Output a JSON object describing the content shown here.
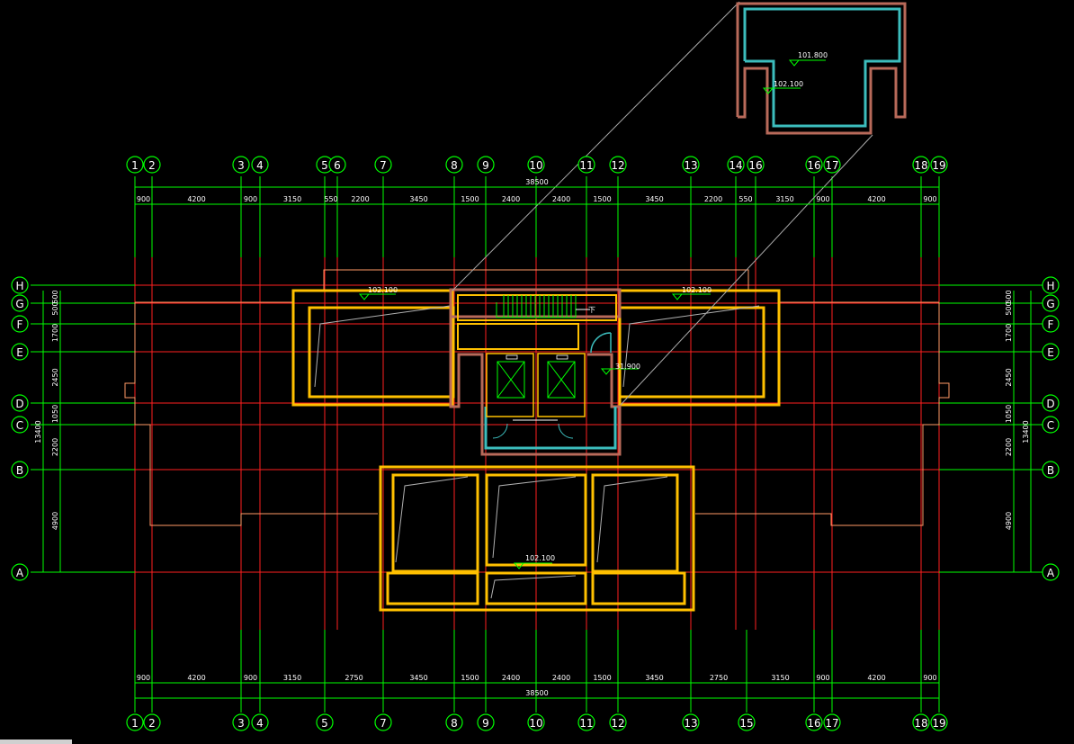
{
  "grid": {
    "columns": [
      "1",
      "2",
      "3",
      "4",
      "5",
      "6",
      "7",
      "8",
      "9",
      "10",
      "11",
      "12",
      "13",
      "14",
      "16",
      "16",
      "17",
      "18",
      "19"
    ],
    "columns_bottom": [
      "1",
      "2",
      "3",
      "4",
      "5",
      "7",
      "8",
      "9",
      "10",
      "11",
      "12",
      "13",
      "15",
      "16",
      "17",
      "18",
      "19"
    ],
    "rows": [
      "H",
      "G",
      "F",
      "E",
      "D",
      "C",
      "B",
      "A"
    ]
  },
  "dimensions": {
    "top_total": "38500",
    "top_segments": [
      "900",
      "4200",
      "900",
      "3150",
      "550",
      "2200",
      "3450",
      "1500",
      "2400",
      "2400",
      "1500",
      "3450",
      "2200",
      "550",
      "3150",
      "900",
      "4200",
      "900"
    ],
    "bottom_total": "38500",
    "bottom_segments": [
      "900",
      "4200",
      "900",
      "3150",
      "2750",
      "3450",
      "1500",
      "2400",
      "2400",
      "1500",
      "3450",
      "2750",
      "3150",
      "900",
      "4200",
      "900"
    ],
    "left_vertical": [
      "500",
      "500",
      "1700",
      "2450",
      "1050",
      "2200",
      "4900"
    ],
    "left_total": "13400",
    "right_vertical": [
      "500",
      "500",
      "1700",
      "2450",
      "1050",
      "2200",
      "4900"
    ],
    "right_total": "13400"
  },
  "levels": {
    "roof_left": "102.100",
    "roof_right": "102.100",
    "core": "31.900",
    "lower": "102.100",
    "detail_upper": "101.800",
    "detail_lower": "102.100"
  },
  "stair_marker": "下"
}
